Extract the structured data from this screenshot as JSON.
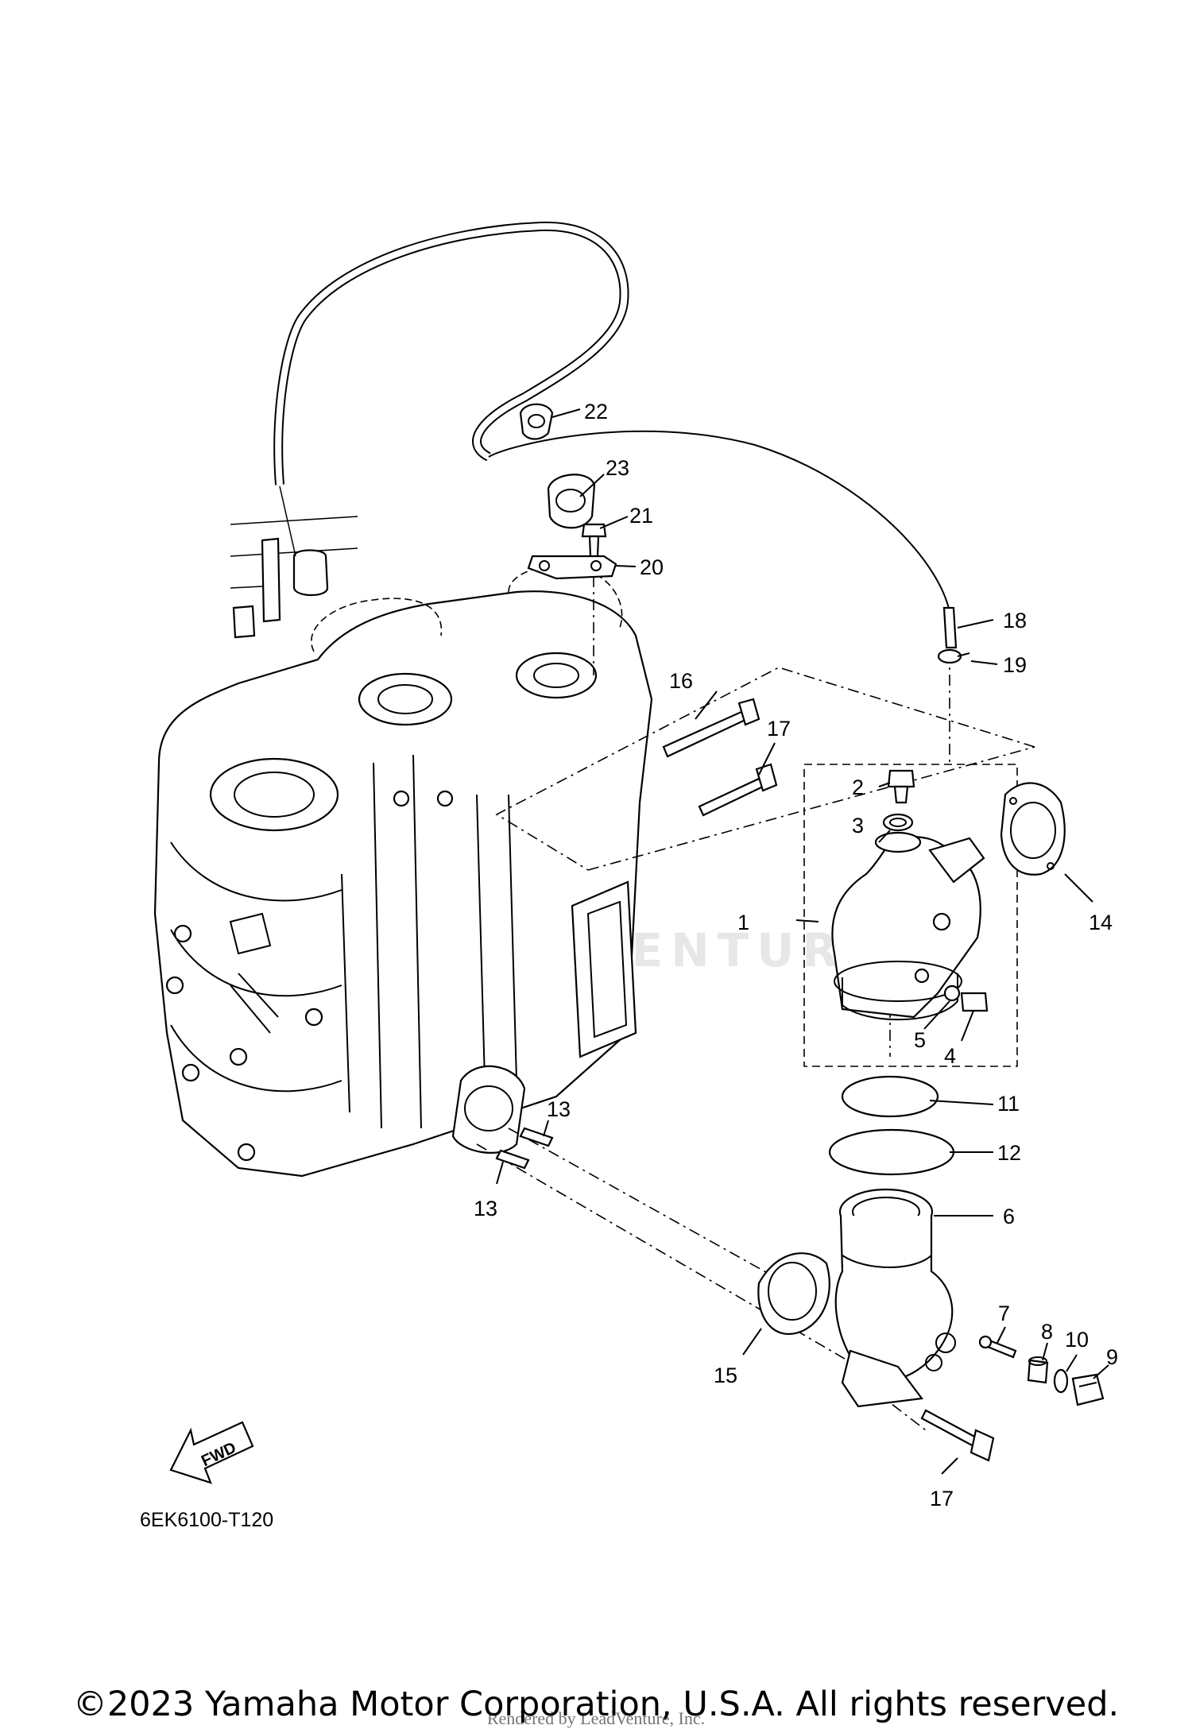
{
  "diagram": {
    "code": "6EK6100-T120",
    "fwd_label": "FWD",
    "watermark": "LEADVENTURE",
    "copyright": "©2023 Yamaha Motor Corporation, U.S.A. All rights reserved.",
    "rendered_by": "Rendered by LeadVenture, Inc."
  },
  "callouts": [
    {
      "id": "c1",
      "label": "1"
    },
    {
      "id": "c2",
      "label": "2"
    },
    {
      "id": "c3",
      "label": "3"
    },
    {
      "id": "c4",
      "label": "4"
    },
    {
      "id": "c5",
      "label": "5"
    },
    {
      "id": "c6",
      "label": "6"
    },
    {
      "id": "c7",
      "label": "7"
    },
    {
      "id": "c8",
      "label": "8"
    },
    {
      "id": "c9",
      "label": "9"
    },
    {
      "id": "c10",
      "label": "10"
    },
    {
      "id": "c11",
      "label": "11"
    },
    {
      "id": "c12",
      "label": "12"
    },
    {
      "id": "c13a",
      "label": "13"
    },
    {
      "id": "c13b",
      "label": "13"
    },
    {
      "id": "c14",
      "label": "14"
    },
    {
      "id": "c15",
      "label": "15"
    },
    {
      "id": "c16",
      "label": "16"
    },
    {
      "id": "c17a",
      "label": "17"
    },
    {
      "id": "c17b",
      "label": "17"
    },
    {
      "id": "c18",
      "label": "18"
    },
    {
      "id": "c19",
      "label": "19"
    },
    {
      "id": "c20",
      "label": "20"
    },
    {
      "id": "c21",
      "label": "21"
    },
    {
      "id": "c22",
      "label": "22"
    },
    {
      "id": "c23",
      "label": "23"
    }
  ]
}
